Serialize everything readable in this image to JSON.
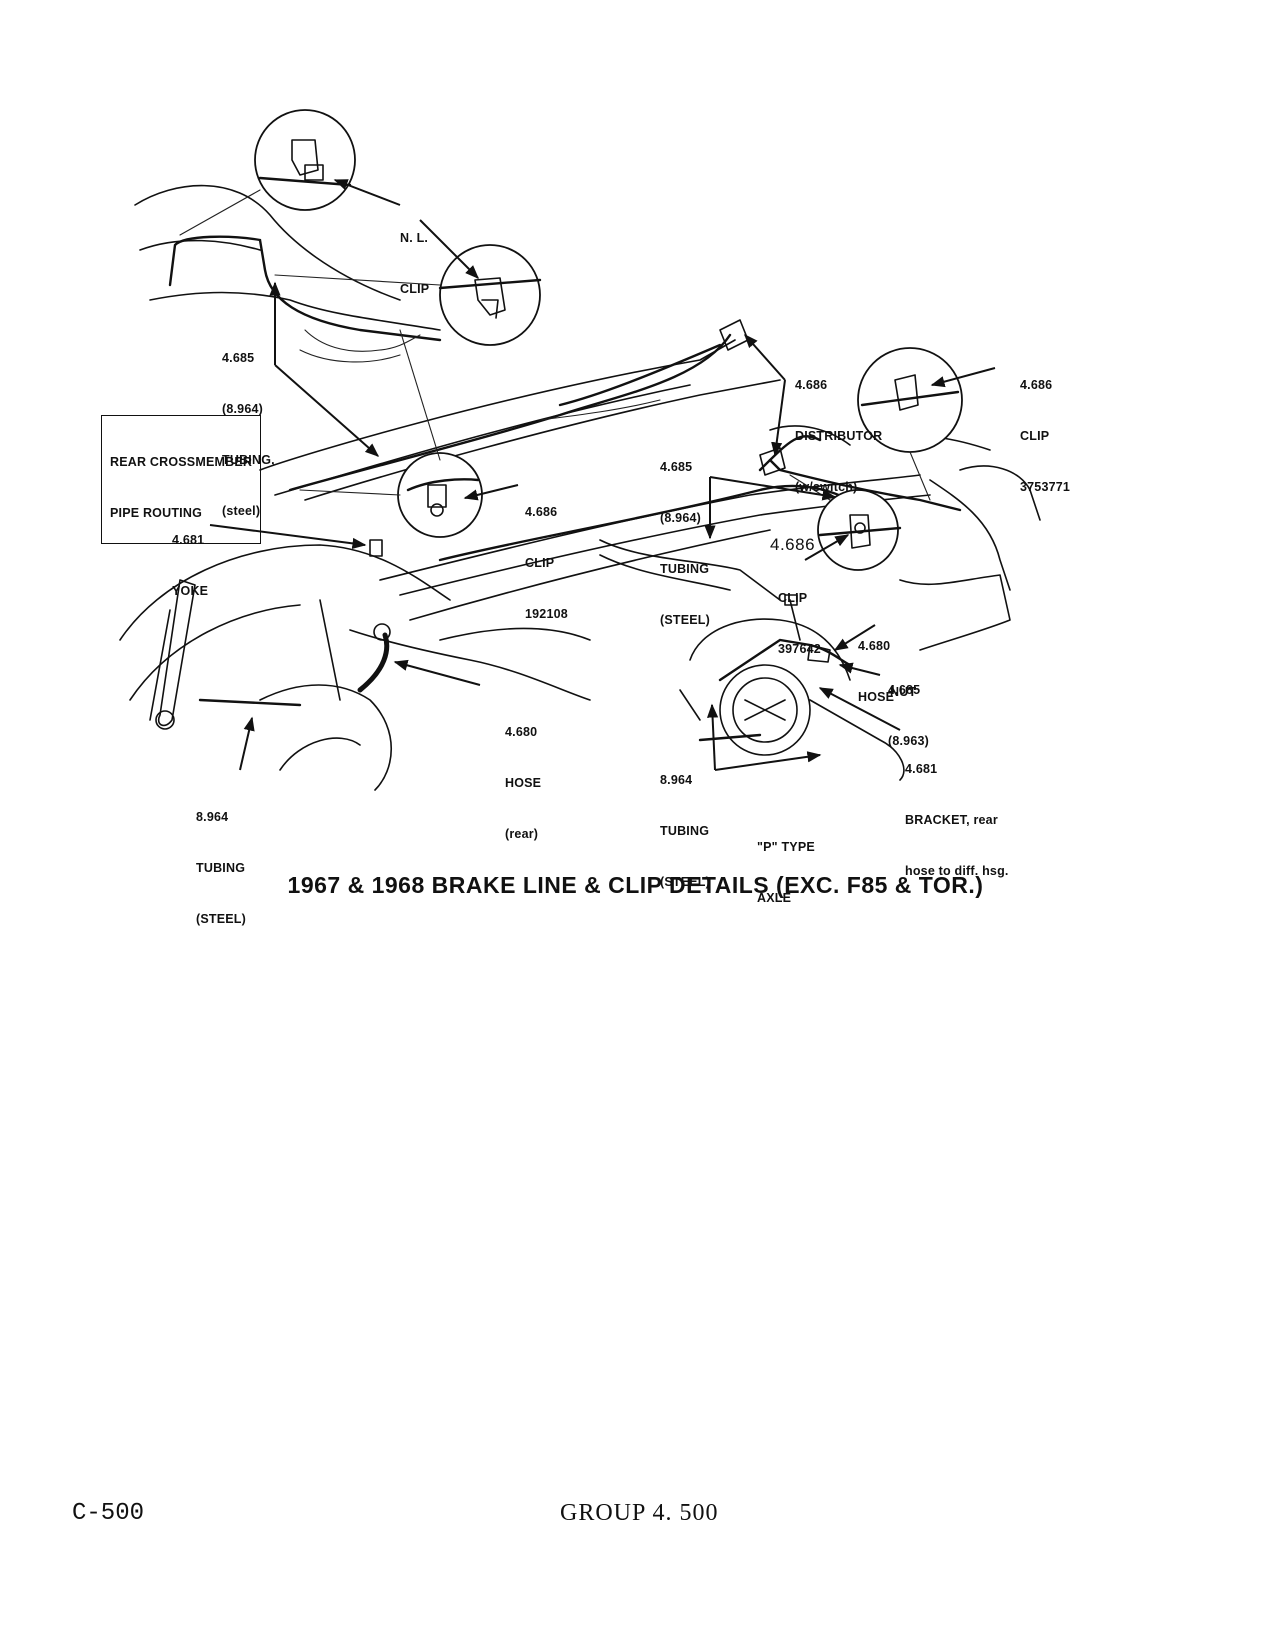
{
  "labels": {
    "nl_clip": [
      "N. L.",
      "CLIP"
    ],
    "tubing_steel_upper": [
      "4.685",
      "(8.964)",
      "TUBING,",
      "(steel)"
    ],
    "rear_crossmember": [
      "REAR CROSSMEMBER",
      "PIPE ROUTING"
    ],
    "yoke": [
      "4.681",
      "YOKE"
    ],
    "clip_192108": [
      "4.686",
      "CLIP",
      "192108"
    ],
    "distributor": [
      "4.686",
      "DISTRIBUTOR",
      "(w/switch)"
    ],
    "clip_3753771": [
      "4.686",
      "CLIP",
      "3753771"
    ],
    "tubing_steel_mid": [
      "4.685",
      "(8.964)",
      "TUBING",
      "(STEEL)"
    ],
    "clip_397642_num": "4.686",
    "clip_397642": [
      "CLIP",
      "397642"
    ],
    "hose_right": [
      "4.680",
      "HOSE"
    ],
    "tubing_8963": [
      "4.685",
      "(8.963)"
    ],
    "nut": "NUT",
    "hose_rear": [
      "4.680",
      "HOSE",
      "(rear)"
    ],
    "bracket": [
      "4.681",
      "BRACKET, rear",
      "hose to diff. hsg."
    ],
    "tubing_steel_left": [
      "8.964",
      "TUBING",
      "(STEEL)"
    ],
    "tubing_steel_axle": [
      "8.964",
      "TUBING",
      "(STEEL)"
    ],
    "p_type_axle": [
      "\"P\" TYPE",
      "AXLE"
    ]
  },
  "caption": "1967 & 1968 BRAKE LINE & CLIP DETAILS (EXC. F85 & TOR.)",
  "footer": {
    "left": "C-500",
    "center": "GROUP 4. 500"
  }
}
